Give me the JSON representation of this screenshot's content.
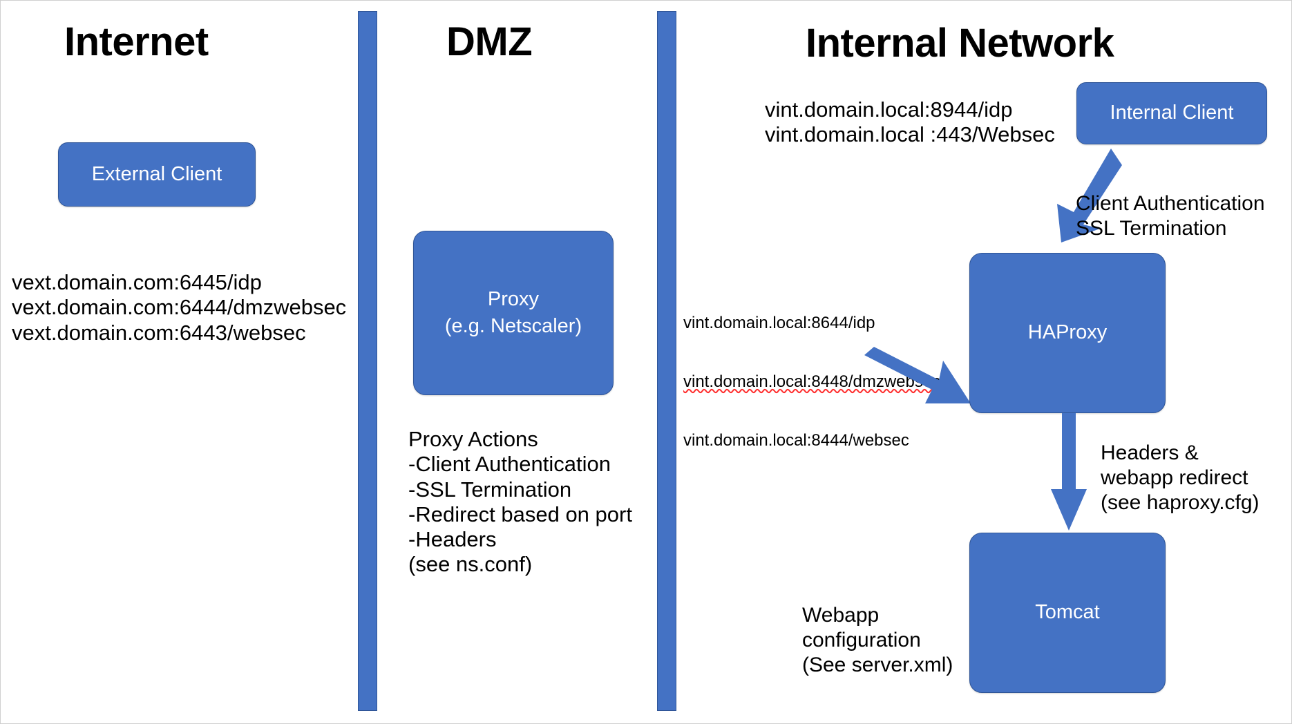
{
  "diagram": {
    "title_internet": "Internet",
    "title_dmz": "DMZ",
    "title_internal": "Internal Network",
    "accent_color": "#4472C4",
    "accent_border_color": "#2F5597",
    "background_color": "#FFFFFF"
  },
  "internet": {
    "node_label": "External Client",
    "urls": "vext.domain.com:6445/idp\nvext.domain.com:6444/dmzwebsec\nvext.domain.com:6443/websec",
    "url_lines": [
      "vext.domain.com:6445/idp",
      "vext.domain.com:6444/dmzwebsec",
      "vext.domain.com:6443/websec"
    ]
  },
  "dmz": {
    "node_line1": "Proxy",
    "node_line2": "(e.g. Netscaler)",
    "actions_title": "Proxy Actions",
    "actions": [
      "-Client Authentication",
      "-SSL Termination",
      "-Redirect based on port",
      "-Headers",
      "(see ns.conf)"
    ],
    "actions_text": "Proxy Actions\n-Client Authentication\n-SSL Termination\n-Redirect based on port\n-Headers\n(see ns.conf)"
  },
  "internal": {
    "client_node_label": "Internal Client",
    "client_urls": "vint.domain.local:8944/idp\nvint.domain.local :443/Websec",
    "client_url_lines": [
      "vint.domain.local:8944/idp",
      "vint.domain.local :443/Websec"
    ],
    "client_arrow_label": "Client Authentication\nSSL Termination",
    "client_arrow_lines": [
      "Client Authentication",
      "SSL Termination"
    ],
    "haproxy_node_label": "HAProxy",
    "haproxy_urls_line1": "vint.domain.local:8644/idp",
    "haproxy_urls_line2": "vint.domain.local:8448/dmzwebsec",
    "haproxy_urls_line3": "vint.domain.local:8444/websec",
    "haproxy_url_lines": [
      "vint.domain.local:8644/idp",
      "vint.domain.local:8448/dmzwebsec",
      "vint.domain.local:8444/websec"
    ],
    "tomcat_node_label": "Tomcat",
    "haproxy_to_tomcat_label": "Headers &\nwebapp redirect\n(see haproxy.cfg)",
    "haproxy_to_tomcat_lines": [
      "Headers &",
      "webapp redirect",
      "(see haproxy.cfg)"
    ],
    "tomcat_note": "Webapp\nconfiguration\n(See server.xml)",
    "tomcat_note_lines": [
      "Webapp",
      "configuration",
      "(See server.xml)"
    ]
  }
}
